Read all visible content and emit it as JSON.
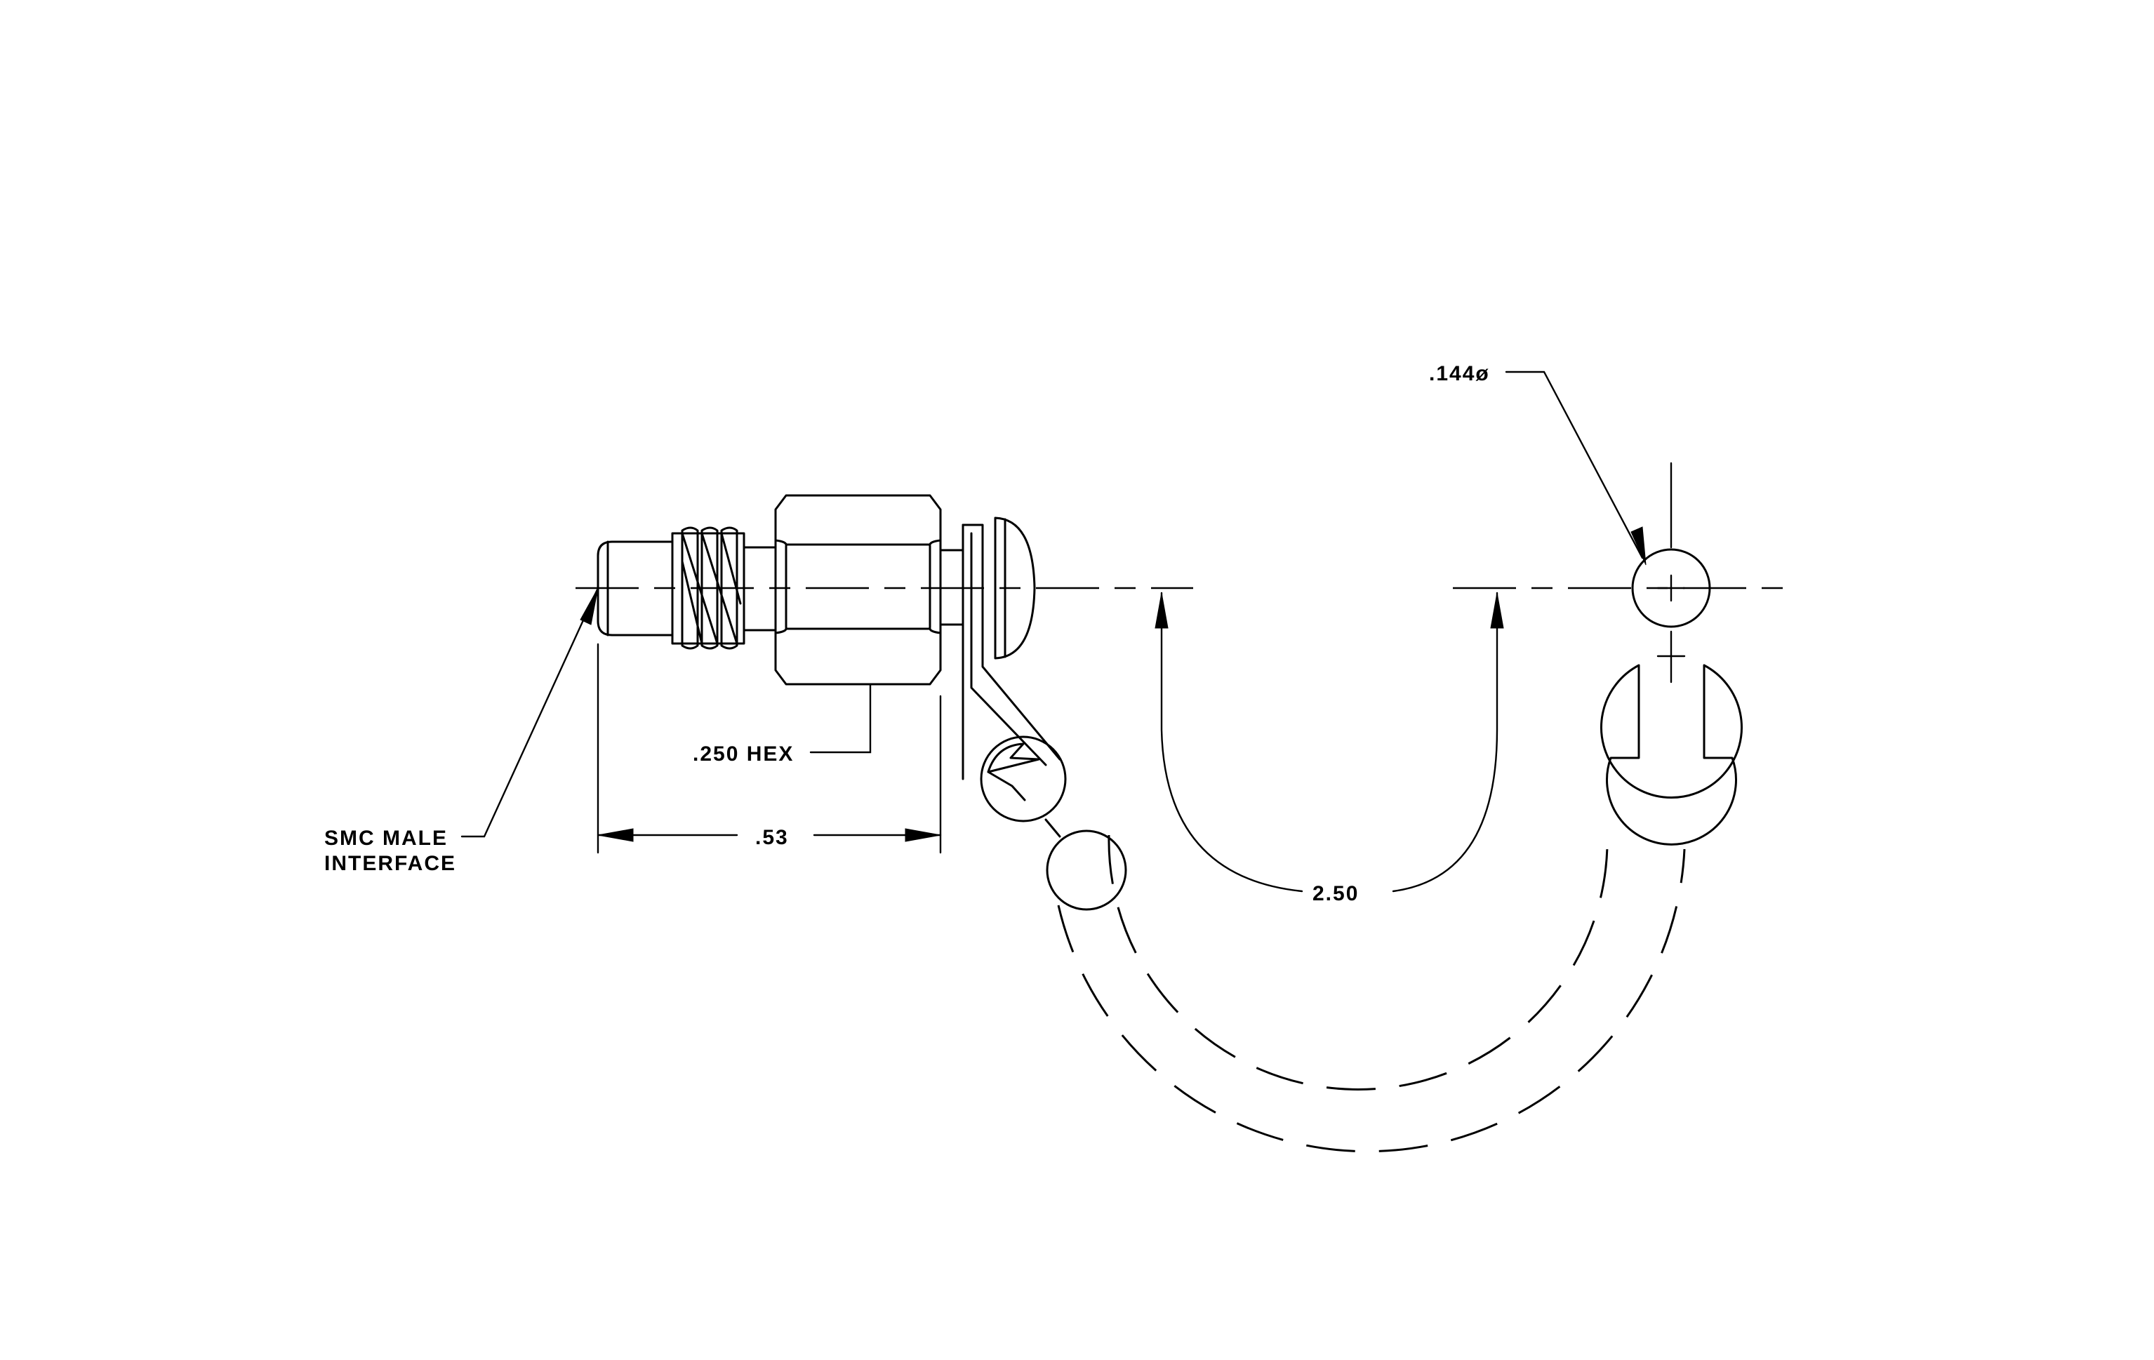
{
  "drawing": {
    "labels": {
      "interface_line1": "SMC MALE",
      "interface_line2": "INTERFACE",
      "hex": ".250 HEX",
      "length": ".53",
      "chain_length": "2.50",
      "hole_diameter": ".144ø"
    }
  }
}
